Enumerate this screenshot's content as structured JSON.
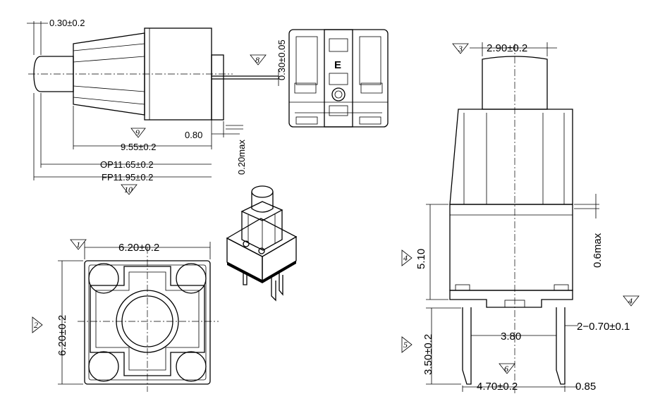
{
  "side_view": {
    "dim_top": "0.30±0.2",
    "dim_pin_thickness": "0.30±0.05",
    "dim_pin_offset": "0.80",
    "dim_pin_gap": "0.20max",
    "dim_body_length": "9.55±0.2",
    "dim_op": "OP11.65±0.2",
    "dim_fp": "FP11.95±0.2",
    "marker_body": "9",
    "marker_pin": "8",
    "marker_fp": "10"
  },
  "top_view": {
    "dim_width": "6.20±0.2",
    "dim_height": "6.20±0.2",
    "marker_width": "1",
    "marker_height": "2"
  },
  "rear_view": {
    "label_letter": "E",
    "logo": "circle-logo"
  },
  "front_view": {
    "dim_cap": "2.90±0.2",
    "dim_body_height": "5.10",
    "dim_gap": "0.6max",
    "dim_pin_length": "3.50±0.2",
    "dim_pin_inner": "3.80",
    "dim_pin_width": "2−0.70±0.1",
    "dim_pin_outer": "4.70±0.2",
    "dim_pin_end": "0.85",
    "marker_cap": "3",
    "marker_body": "4",
    "marker_pin_width": "4",
    "marker_pin_length": "5",
    "marker_pin_outer": "6"
  }
}
